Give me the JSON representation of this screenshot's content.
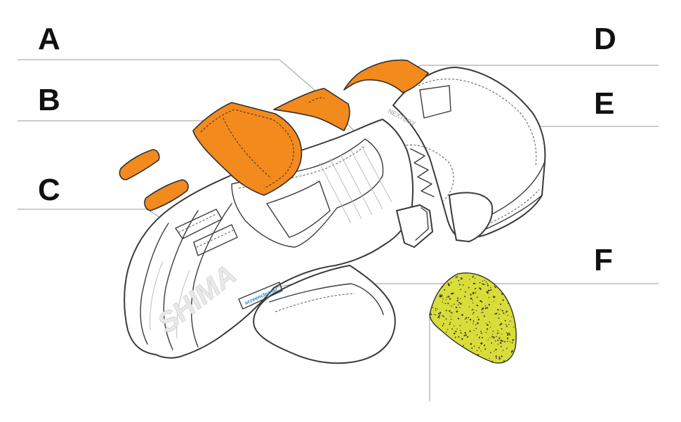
{
  "callouts": {
    "a": "A",
    "b": "B",
    "c": "C",
    "d": "D",
    "e": "E",
    "f": "F"
  },
  "branding": {
    "logo": "SHIMA",
    "screen_patch": "screencleaner",
    "cuff_mark": "NEXTDRY"
  },
  "colors": {
    "pad": "#f28a1e",
    "foam": "#d9dd3a",
    "outline": "#3a3a3a",
    "leader": "#9a9a9a"
  }
}
